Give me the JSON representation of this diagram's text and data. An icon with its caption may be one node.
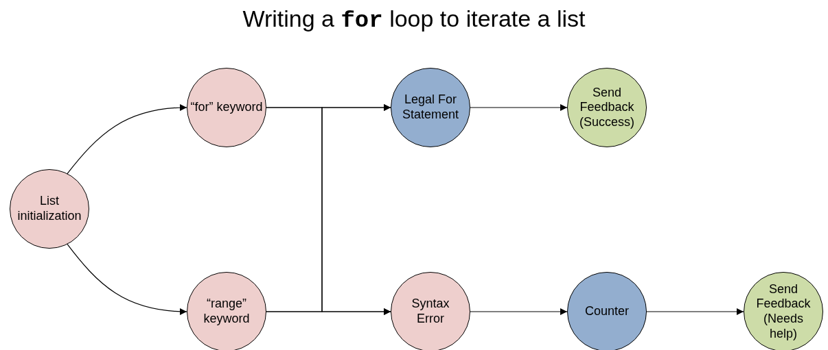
{
  "diagram": {
    "title": "Writing a **for** loop to iterate a list",
    "nodes": [
      {
        "text": [
          "List initialization"
        ]
      },
      {
        "text": [
          "“for” keyword"
        ]
      },
      {
        "text": [
          "“range” keyword"
        ]
      },
      {
        "text": [
          "Legal For Statement"
        ]
      },
      {
        "text": [
          "Send Feedback (Success)"
        ]
      },
      {
        "text": [
          "Syntax Error"
        ]
      },
      {
        "text": [
          "Counter"
        ]
      },
      {
        "text": [
          "Send Feedback (Needs help)"
        ]
      }
    ],
    "edges": [
      {
        "from": 0,
        "to": 1,
        "arrow": "to"
      },
      {
        "from": 0,
        "to": 2,
        "arrow": "to"
      },
      {
        "from": 1,
        "to": 3,
        "arrow": "to"
      },
      {
        "from": 1,
        "to": 5,
        "arrow": "to"
      },
      {
        "from": 2,
        "to": 3,
        "arrow": "to"
      },
      {
        "from": 2,
        "to": 5,
        "arrow": "to"
      },
      {
        "from": 3,
        "to": 4,
        "arrow": "to"
      },
      {
        "from": 5,
        "to": 6,
        "arrow": "to"
      },
      {
        "from": 6,
        "to": 7,
        "arrow": "to"
      }
    ]
  }
}
